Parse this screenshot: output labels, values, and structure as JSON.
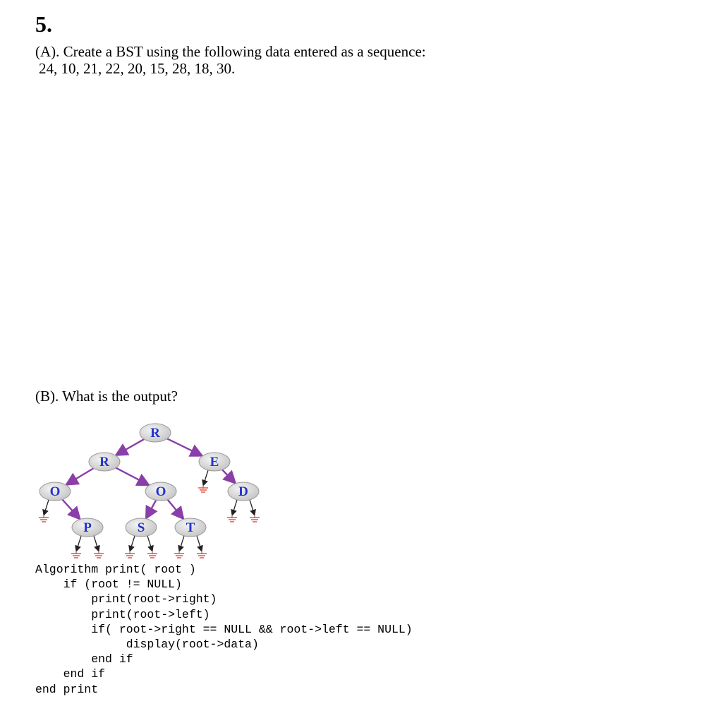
{
  "question_number": "5.",
  "part_a": {
    "prompt": "(A). Create a BST using the following data entered as a sequence:",
    "sequence": "24, 10, 21, 22, 20, 15, 28, 18, 30."
  },
  "part_b": {
    "prompt": "(B). What is the output?"
  },
  "tree": {
    "nodes": [
      {
        "id": "n1",
        "label": "R"
      },
      {
        "id": "n2",
        "label": "R"
      },
      {
        "id": "n3",
        "label": "E"
      },
      {
        "id": "n4",
        "label": "O"
      },
      {
        "id": "n5",
        "label": "O"
      },
      {
        "id": "n6",
        "label": "D"
      },
      {
        "id": "n7",
        "label": "P"
      },
      {
        "id": "n8",
        "label": "S"
      },
      {
        "id": "n9",
        "label": "T"
      }
    ],
    "edges": [
      [
        "n1",
        "n2"
      ],
      [
        "n1",
        "n3"
      ],
      [
        "n2",
        "n4"
      ],
      [
        "n2",
        "n5"
      ],
      [
        "n4",
        "n7"
      ],
      [
        "n5",
        "n8"
      ],
      [
        "n5",
        "n9"
      ],
      [
        "n3",
        "n6"
      ]
    ],
    "null_leaves": [
      "n3-left",
      "n4-left",
      "n6-left",
      "n6-right",
      "n7-left",
      "n7-right",
      "n8-left",
      "n8-right",
      "n9-left",
      "n9-right"
    ],
    "colors": {
      "node_fill": "#dcdcdc",
      "node_letter": "#2233cc",
      "edge": "#8a3ea8",
      "null_edge": "#222222",
      "ground": "#e04a3a"
    }
  },
  "algorithm": [
    "Algorithm print( root )",
    "    if (root != NULL)",
    "        print(root->right)",
    "        print(root->left)",
    "        if( root->right == NULL && root->left == NULL)",
    "             display(root->data)",
    "        end if",
    "    end if",
    "end print"
  ]
}
